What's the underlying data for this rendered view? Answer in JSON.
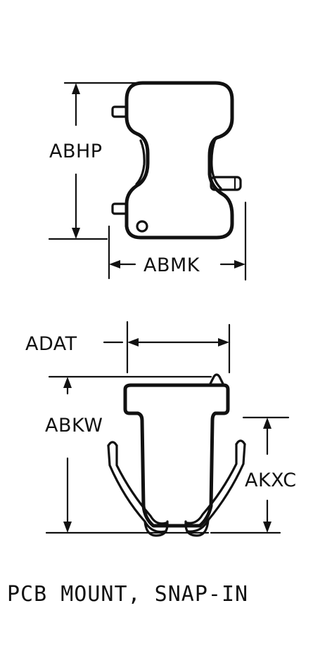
{
  "diagram": {
    "top_view": {
      "height_dim_label": "ABHP",
      "width_dim_label": "ABMK"
    },
    "side_view": {
      "width_dim_label": "ADAT",
      "height_dim_label": "ABKW",
      "lead_dim_label": "AKXC"
    },
    "caption": "PCB MOUNT, SNAP-IN"
  }
}
